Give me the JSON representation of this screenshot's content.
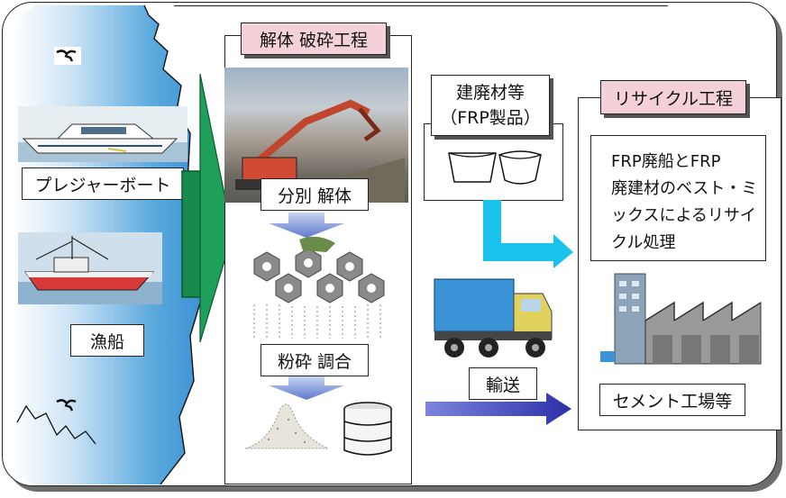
{
  "labels": {
    "pleasure_boat": "プレジャーボート",
    "fishing_boat": "漁船",
    "dismantle_process": "解体 破砕工程",
    "sort_dismantle": "分別 解体",
    "crush_mix": "粉砕 調合",
    "building_waste_line1": "建廃材等",
    "building_waste_line2": "（FRP製品）",
    "transport": "輸送",
    "recycle_process": "リサイクル工程",
    "recycle_desc_1": "FRP廃船とFRP",
    "recycle_desc_2": "廃建材のベスト・ミ",
    "recycle_desc_3": "ックスによるリサイ",
    "recycle_desc_4": "クル処理",
    "cement_plant": "セメント工場等"
  },
  "colors": {
    "sea": "#4b9fd8",
    "green_arrow": "#1fa05a",
    "cyan_arrow": "#19c3ec",
    "blue_arrow": "#4a4fc2",
    "label_pink": "#f4d1d8"
  }
}
